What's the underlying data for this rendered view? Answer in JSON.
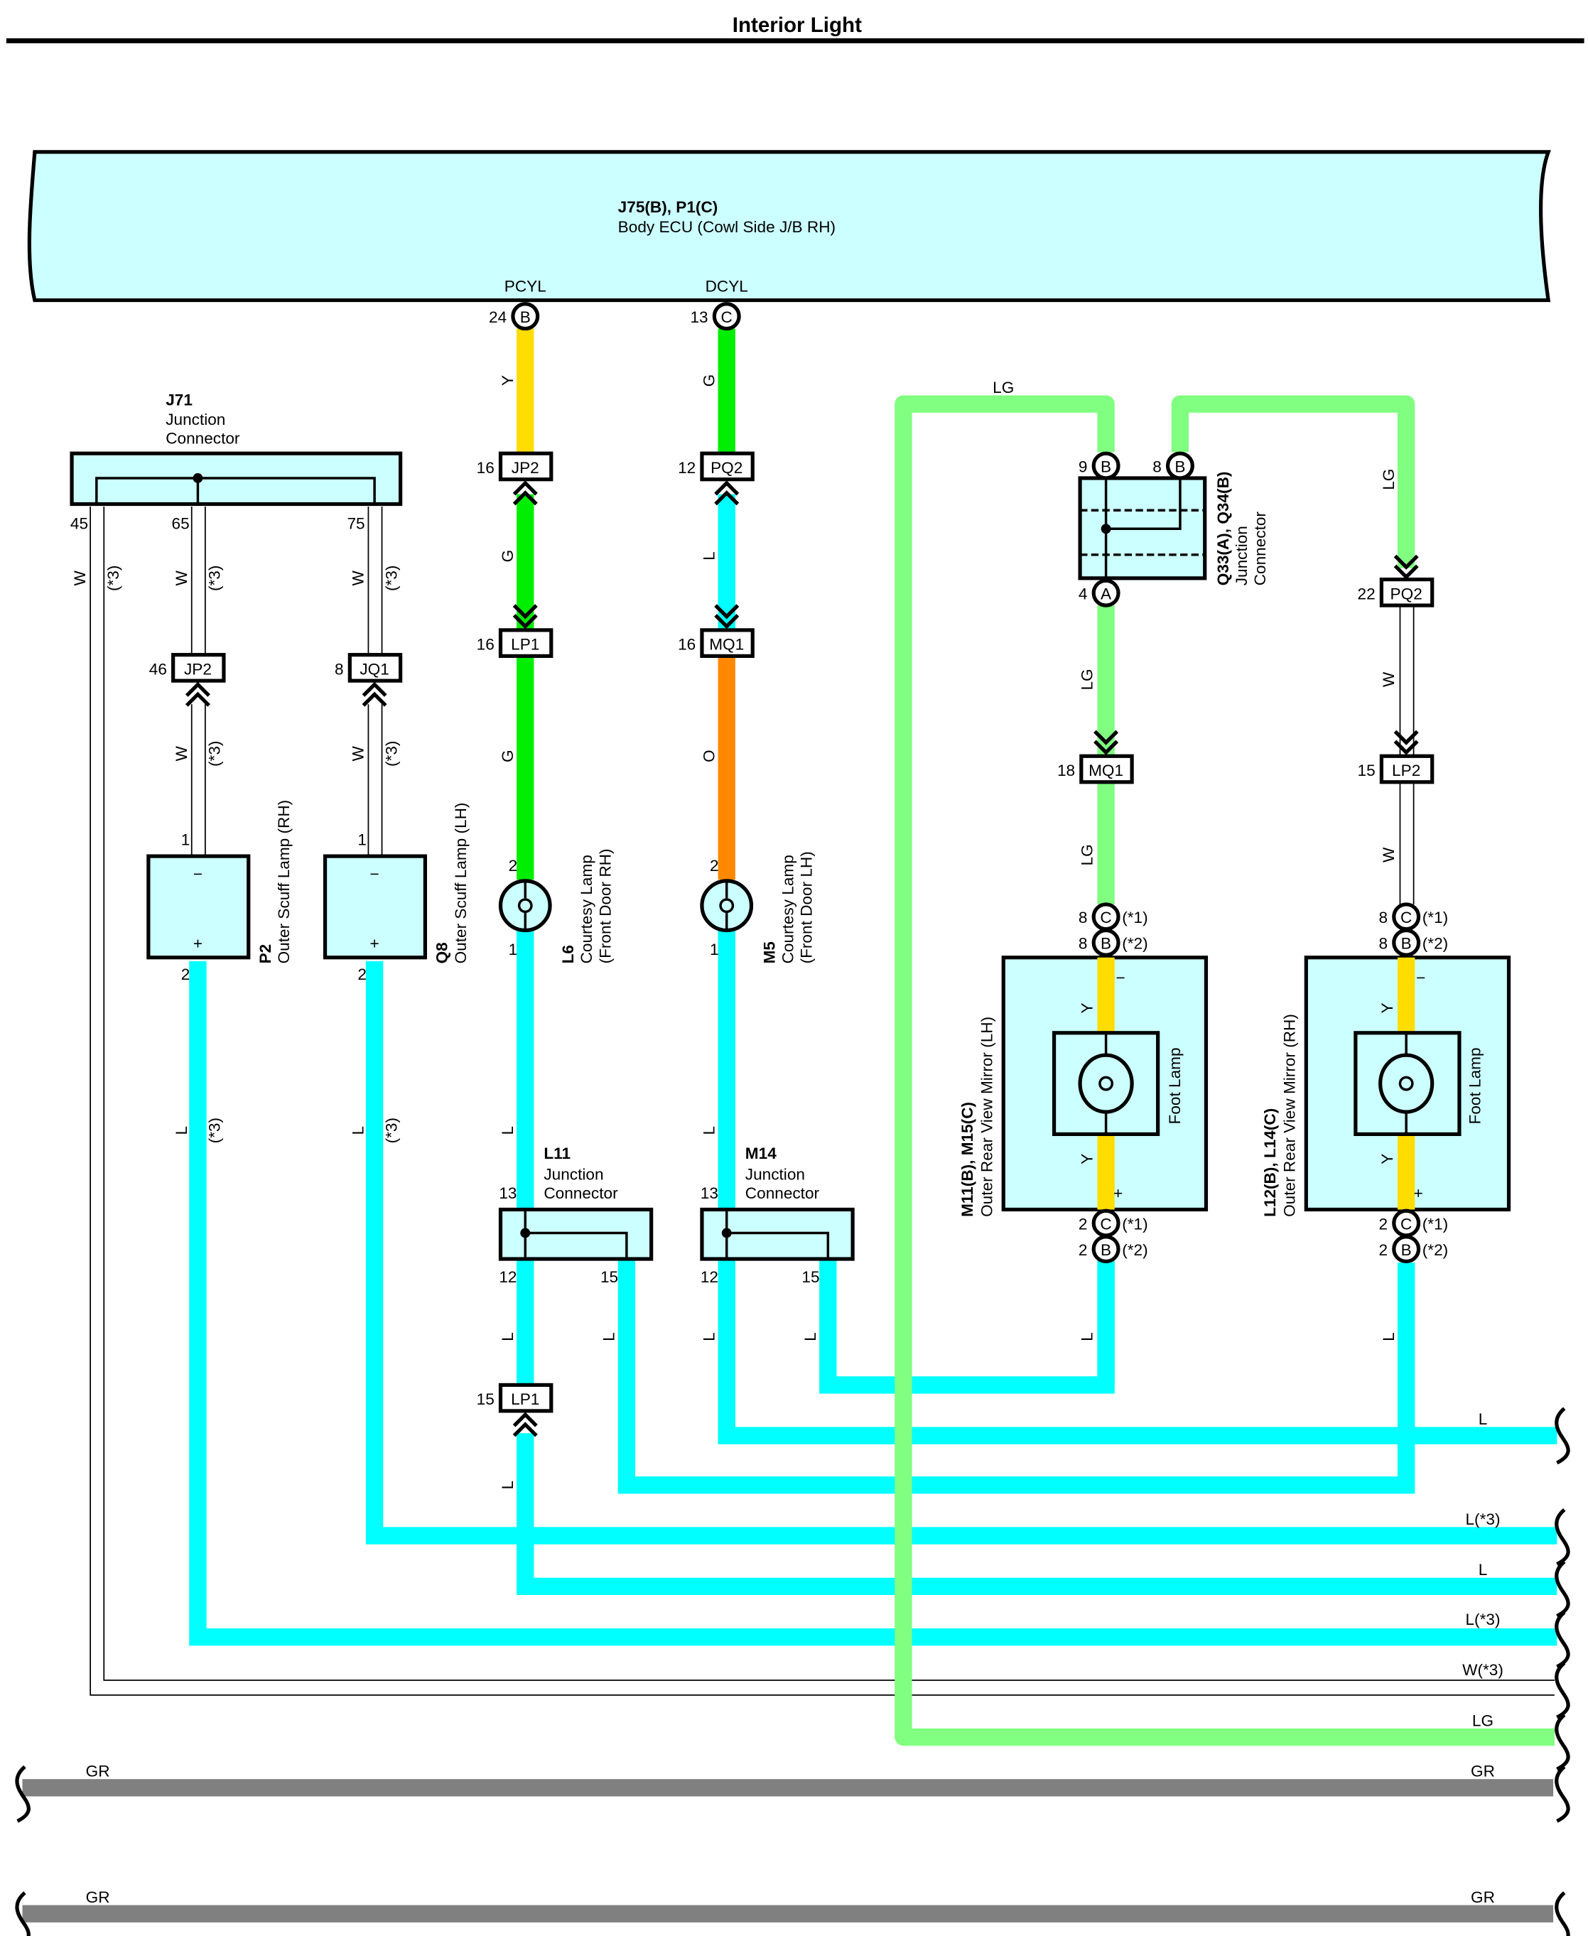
{
  "title": "Interior Light",
  "ecu": {
    "code": "J75(B), P1(C)",
    "name": "Body ECU (Cowl Side J/B RH)",
    "pins": [
      {
        "signal": "PCYL",
        "pin": "24",
        "conn": "B"
      },
      {
        "signal": "DCYL",
        "pin": "13",
        "conn": "C"
      }
    ]
  },
  "j71": {
    "code": "J71",
    "line1": "Junction",
    "line2": "Connector",
    "pins": [
      "45",
      "65",
      "75"
    ]
  },
  "q33": {
    "code": "Q33(A), Q34(B)",
    "line1": "Junction",
    "line2": "Connector",
    "pin_top_left": "9",
    "pin_top_left_conn": "B",
    "pin_top_right": "8",
    "pin_top_right_conn": "B",
    "pin_bottom": "4",
    "pin_bottom_conn": "A"
  },
  "l11": {
    "code": "L11",
    "line1": "Junction",
    "line2": "Connector",
    "pins": [
      "13",
      "12",
      "15"
    ]
  },
  "m14": {
    "code": "M14",
    "line1": "Junction",
    "line2": "Connector",
    "pins": [
      "13",
      "12",
      "15"
    ]
  },
  "connectors": {
    "jp2_a": {
      "pin": "16",
      "name": "JP2"
    },
    "lp1_a": {
      "pin": "16",
      "name": "LP1"
    },
    "pq2_a": {
      "pin": "12",
      "name": "PQ2"
    },
    "mq1_a": {
      "pin": "16",
      "name": "MQ1"
    },
    "jp2_b": {
      "pin": "46",
      "name": "JP2"
    },
    "jq1": {
      "pin": "8",
      "name": "JQ1"
    },
    "mq1_b": {
      "pin": "18",
      "name": "MQ1"
    },
    "pq2_b": {
      "pin": "22",
      "name": "PQ2"
    },
    "lp2": {
      "pin": "15",
      "name": "LP2"
    },
    "lp1_b": {
      "pin": "15",
      "name": "LP1"
    }
  },
  "components": {
    "p2": {
      "code": "P2",
      "name": "Outer Scuff Lamp (RH)",
      "pin1": "1",
      "pin2": "2",
      "minus": "−",
      "plus": "+"
    },
    "q8": {
      "code": "Q8",
      "name": "Outer Scuff Lamp (LH)",
      "pin1": "1",
      "pin2": "2",
      "minus": "−",
      "plus": "+"
    },
    "l6": {
      "code": "L6",
      "name1": "Courtesy Lamp",
      "name2": "(Front Door RH)",
      "pin1": "2",
      "pin2": "1"
    },
    "m5": {
      "code": "M5",
      "name1": "Courtesy Lamp",
      "name2": "(Front Door LH)",
      "pin1": "2",
      "pin2": "1"
    },
    "mirror_lh": {
      "code": "M11(B), M15(C)",
      "name": "Outer Rear View Mirror (LH)",
      "lamp": "Foot Lamp",
      "top_pins": [
        {
          "pin": "8",
          "conn": "C",
          "note": "(*1)"
        },
        {
          "pin": "8",
          "conn": "B",
          "note": "(*2)"
        }
      ],
      "bottom_pins": [
        {
          "pin": "2",
          "conn": "C",
          "note": "(*1)"
        },
        {
          "pin": "2",
          "conn": "B",
          "note": "(*2)"
        }
      ],
      "minus": "−",
      "plus": "+"
    },
    "mirror_rh": {
      "code": "L12(B), L14(C)",
      "name": "Outer Rear View Mirror (RH)",
      "lamp": "Foot Lamp",
      "top_pins": [
        {
          "pin": "8",
          "conn": "C",
          "note": "(*1)"
        },
        {
          "pin": "8",
          "conn": "B",
          "note": "(*2)"
        }
      ],
      "bottom_pins": [
        {
          "pin": "2",
          "conn": "C",
          "note": "(*1)"
        },
        {
          "pin": "2",
          "conn": "B",
          "note": "(*2)"
        }
      ],
      "minus": "−",
      "plus": "+"
    }
  },
  "wire_colors": {
    "Y": "#ffdd00",
    "G": "#00ee00",
    "L": "#00ffff",
    "O": "#ff8800",
    "LG": "#80ff80",
    "GR": "#808080",
    "W": "#ffffff"
  },
  "wire_labels": {
    "y": "Y",
    "g": "G",
    "l": "L",
    "o": "O",
    "lg": "LG",
    "w": "W",
    "note3": "(*3)",
    "gr": "GR"
  },
  "exits": [
    "L",
    "L(*3)",
    "L",
    "L(*3)",
    "W(*3)",
    "LG"
  ],
  "ground": {
    "left": "GR",
    "right": "GR"
  }
}
